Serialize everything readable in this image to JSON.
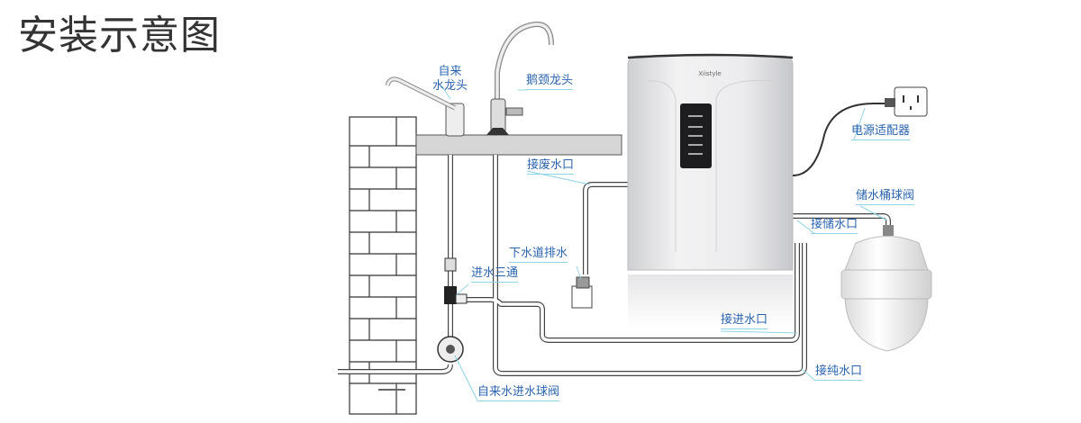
{
  "title": "安装示意图",
  "labels": {
    "tap_line1": "自来",
    "tap_line2": "水龙头",
    "gooseneck": "鹅颈龙头",
    "waste_port": "接废水口",
    "drain": "下水道排水",
    "inlet_tee": "进水三通",
    "inlet_valve": "自来水进水球阀",
    "inlet_port": "接进水口",
    "pure_port": "接纯水口",
    "storage_port": "接储水口",
    "tank_valve": "储水桶球阀",
    "power_adapter": "电源适配器"
  },
  "device": {
    "brand_logo": "Xiistyle"
  },
  "colors": {
    "label": "#2a64b0",
    "leader": "#8fd3e8",
    "pipe": "#444444",
    "device": "#e4e4e6"
  }
}
